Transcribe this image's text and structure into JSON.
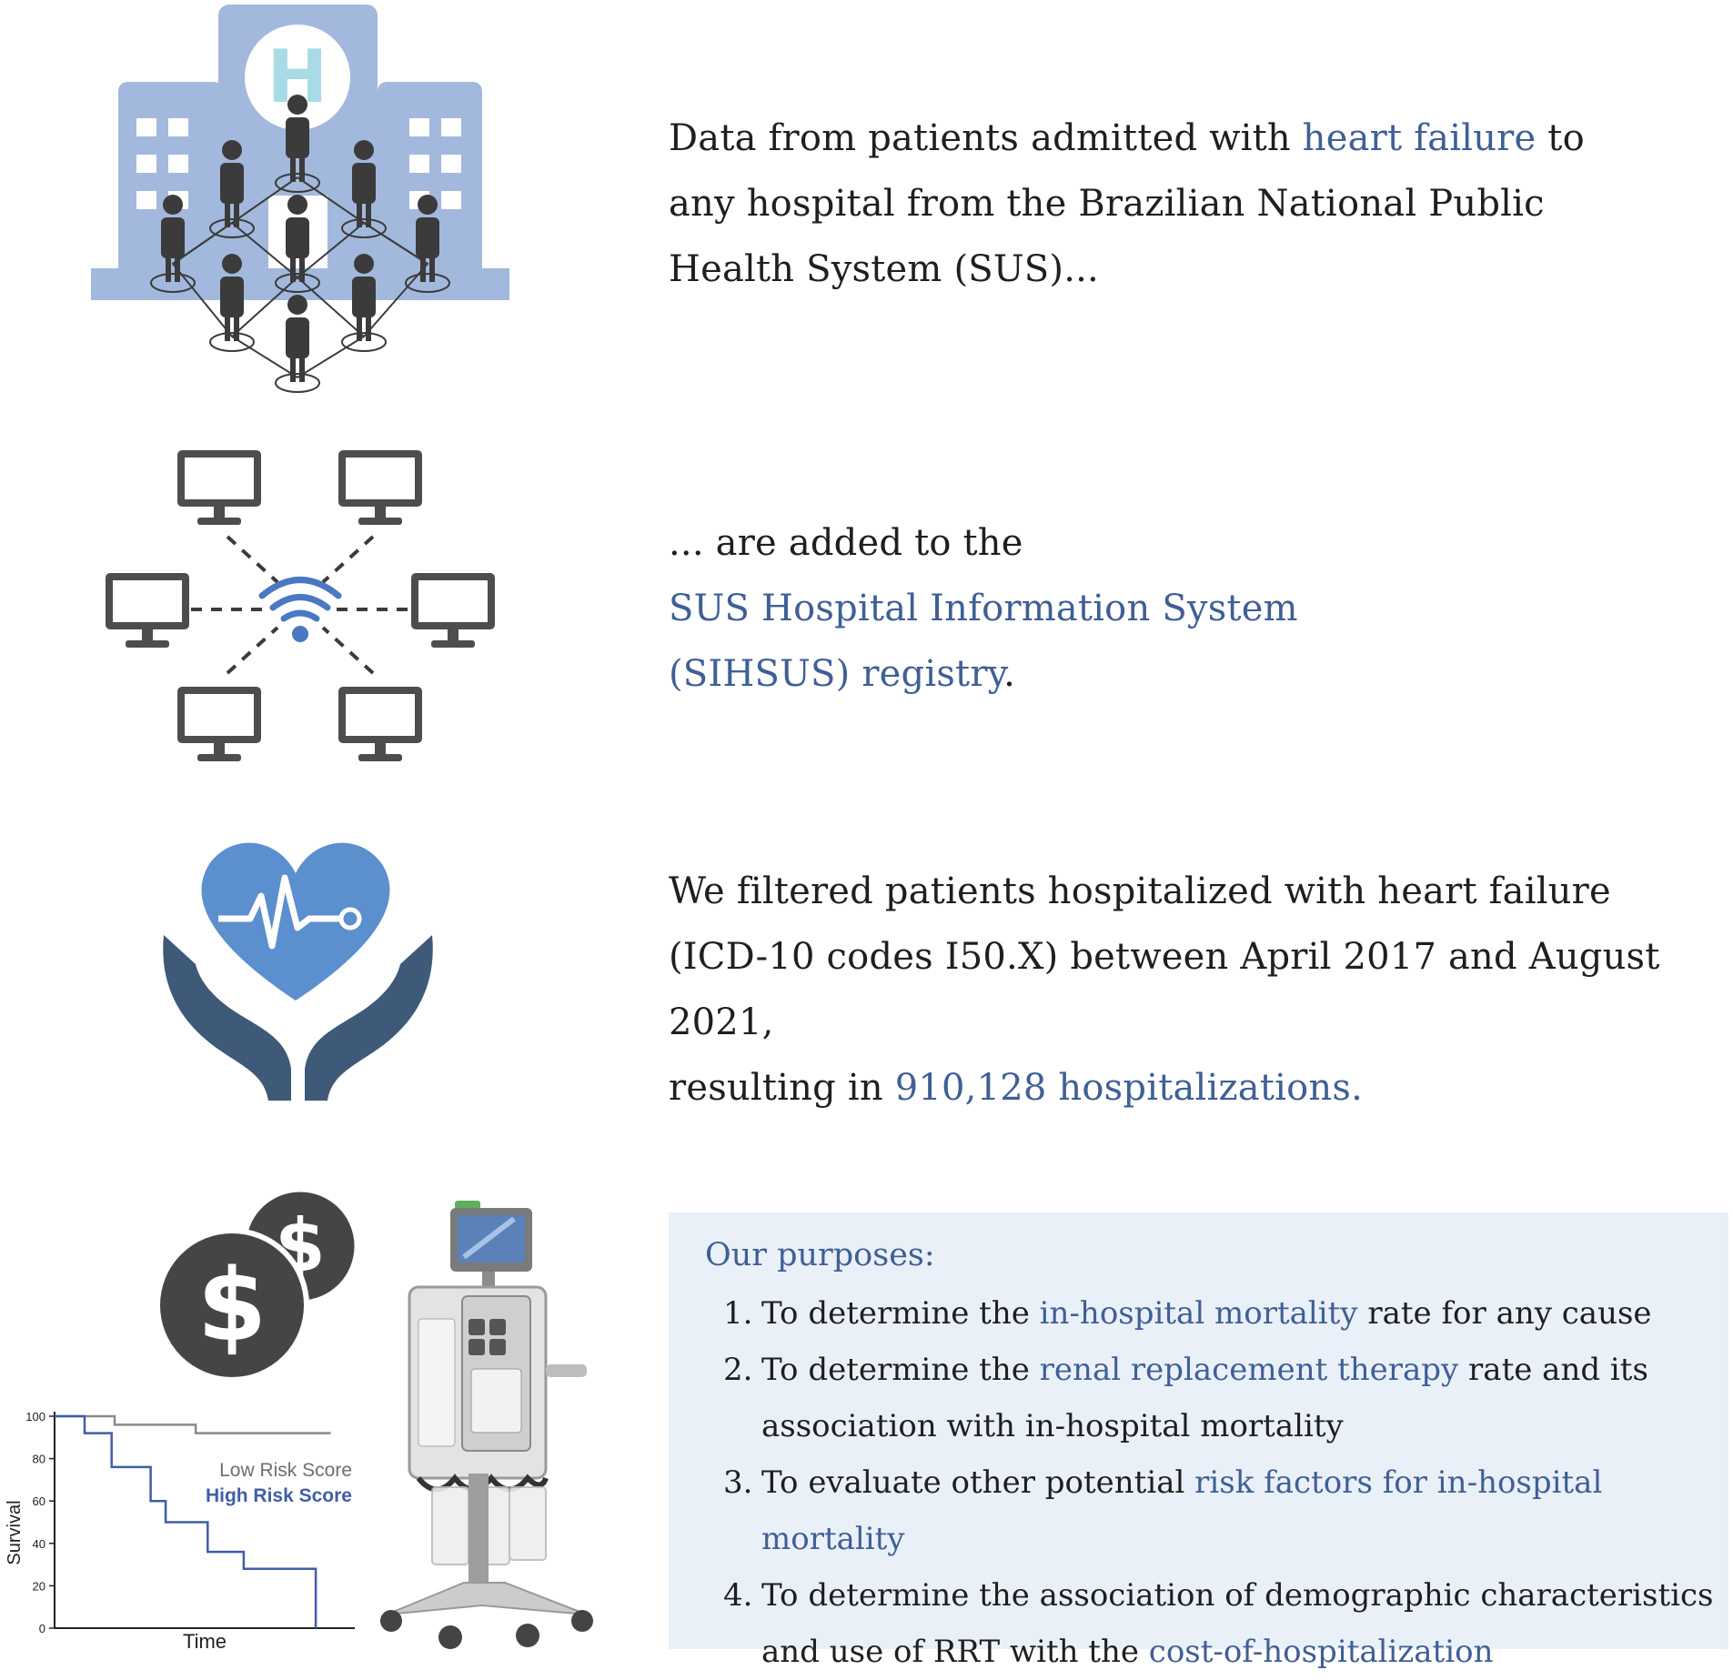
{
  "colors": {
    "accent_text": "#3f5f96",
    "building": "#a3b8dd",
    "people": "#3b3b3b",
    "monitor": "#4d4d4d",
    "wifi": "#4a78c2",
    "heart": "#5b8fcd",
    "hands": "#3e5a78",
    "coin": "#454545",
    "purposes_bg": "#eaf0f8",
    "high_risk_line": "#3f5ea8",
    "low_risk_line": "#8a8a8a"
  },
  "section1": {
    "icon": "hospital-network-icon",
    "line1_pre": "Data from patients admitted with ",
    "line1_hl": "heart failure",
    "line1_post": " to",
    "line2": "any hospital from the Brazilian National Public",
    "line3": "Health System (SUS)..."
  },
  "section2": {
    "icon": "computer-network-icon",
    "line1": "... are added to the",
    "line2_hl": "SUS Hospital Information System",
    "line3_hl": "(SIHSUS) registry",
    "line3_post": "."
  },
  "section3": {
    "icon": "heart-in-hands-icon",
    "line1": "We filtered patients hospitalized with heart failure",
    "line2": "(ICD-10 codes I50.X) between April 2017 and August 2021,",
    "line3_pre": "resulting in ",
    "line3_hl": "910,128 hospitalizations."
  },
  "purposes": {
    "title": "Our purposes:",
    "items": [
      {
        "num": "1.",
        "pre": "To determine the ",
        "hl": "in-hospital mortality",
        "post": " rate for any cause"
      },
      {
        "num": "2.",
        "pre": "To determine the ",
        "hl": "renal replacement therapy",
        "post": " rate and its association with in-hospital mortality"
      },
      {
        "num": "3.",
        "pre": "To evaluate other potential ",
        "hl": "risk factors for in-hospital mortality",
        "post": ""
      },
      {
        "num": "4.",
        "pre": "To determine the association of demographic characteristics and use of RRT with the ",
        "hl": "cost-of-hospitalization",
        "post": ""
      }
    ]
  },
  "icons": [
    "coins-icon",
    "dialysis-machine-icon"
  ],
  "chart_data": {
    "type": "line",
    "xlabel": "Time",
    "ylabel": "Survival",
    "ylim": [
      0,
      100
    ],
    "yticks": [
      0,
      20,
      40,
      60,
      80,
      100
    ],
    "step": true,
    "x": [
      0,
      1,
      2,
      3,
      4,
      5,
      6,
      7,
      8,
      9
    ],
    "series": [
      {
        "name": "Low Risk Score",
        "color": "#8a8a8a",
        "x": [
          0,
          1.8,
          2.0,
          4.5,
          4.7,
          9.2
        ],
        "y": [
          100,
          100,
          96,
          96,
          92,
          92
        ]
      },
      {
        "name": "High Risk Score",
        "color": "#3f5ea8",
        "x": [
          0,
          1.0,
          1.9,
          3.2,
          3.7,
          5.1,
          6.3,
          8.7
        ],
        "y": [
          100,
          92,
          76,
          60,
          50,
          36,
          28,
          0
        ]
      }
    ],
    "legend_position": "center-right"
  }
}
